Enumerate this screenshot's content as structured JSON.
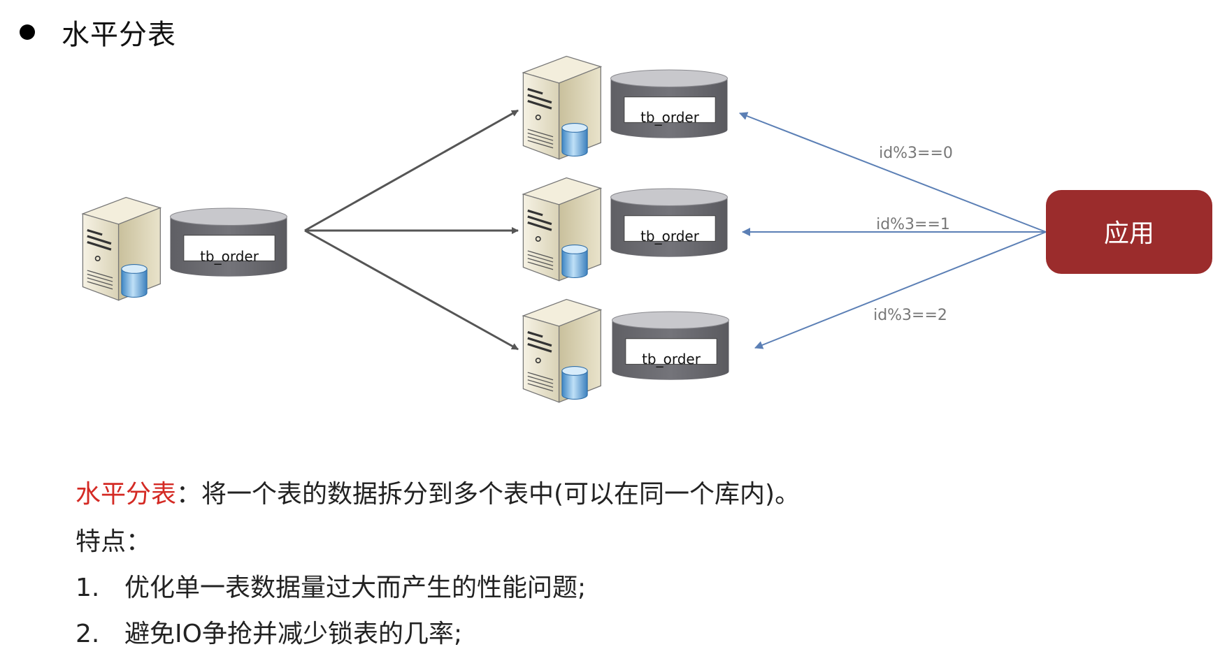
{
  "heading": {
    "title": "水平分表"
  },
  "diagram": {
    "source_table": "tb_order",
    "shard_tables": [
      "tb_order",
      "tb_order",
      "tb_order"
    ],
    "app_label": "应用",
    "routes": [
      "id%3==0",
      "id%3==1",
      "id%3==2"
    ],
    "colors": {
      "app_box": "#9b2c2c",
      "route_arrow": "#5b7fb5",
      "split_arrow": "#555555",
      "db_body": "#6e6e73",
      "db_top": "#c8c8cc"
    },
    "icons": [
      "server-icon",
      "database-icon",
      "arrow-icon"
    ]
  },
  "description": {
    "term": "水平分表",
    "definition": "：将一个表的数据拆分到多个表中(可以在同一个库内)。",
    "features_label": "特点：",
    "features": [
      {
        "num": "1.",
        "text": "优化单一表数据量过大而产生的性能问题;"
      },
      {
        "num": "2.",
        "text": "避免IO争抢并减少锁表的几率;"
      }
    ]
  }
}
